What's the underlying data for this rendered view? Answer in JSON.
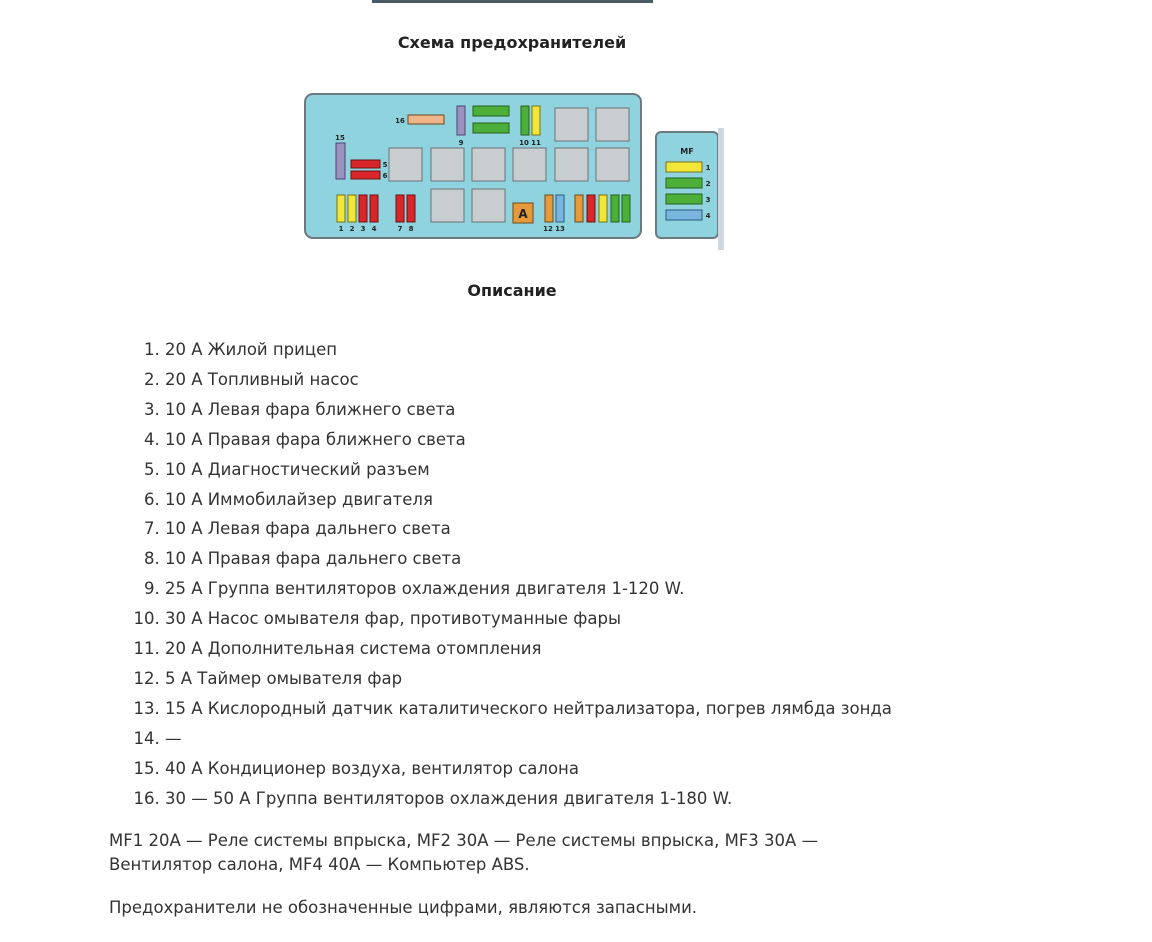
{
  "headings": {
    "scheme": "Схема предохранителей",
    "description": "Описание"
  },
  "diagram": {
    "fuse_labels": [
      "1",
      "2",
      "3",
      "4",
      "5",
      "6",
      "7",
      "8",
      "9",
      "10",
      "11",
      "12",
      "13",
      "15",
      "16"
    ],
    "relay_label": "A",
    "mf_box": {
      "title": "MF",
      "slots": [
        "1",
        "2",
        "3",
        "4"
      ]
    },
    "colors": {
      "board": "#8fd3df",
      "yellow": "#f2e63a",
      "red": "#d9262a",
      "green": "#4caf3a",
      "blue": "#78b6e0",
      "orange": "#e69a3a",
      "violet": "#9a92bf",
      "salmon": "#f0b48a",
      "relay": "#c8cdd0"
    }
  },
  "fuse_list": [
    "20 А Жилой прицеп",
    "20 А Топливный насос",
    "10 А Левая фара ближнего света",
    "10 А Правая фара ближнего света",
    "10 А Диагностический разъем",
    "10 А Иммобилайзер двигателя",
    "10 А Левая фара дальнего света",
    "10 А Правая фара дальнего света",
    "25 А Группа вентиляторов охлаждения двигателя 1-120 W.",
    "30 А Насос омывателя фар, противотуманные фары",
    "20 А Дополнительная система отомпления",
    "5 А Таймер омывателя фар",
    "15 А Кислородный датчик каталитического нейтрализатора, погрев лямбда зонда",
    "—",
    "40 А Кондиционер воздуха, вентилятор салона",
    "30 — 50 А Группа вентиляторов охлаждения двигателя 1-180 W."
  ],
  "paragraphs": {
    "mf": "MF1 20A — Реле системы впрыска, MF2 30A — Реле системы впрыска, MF3 30A — Вентилятор салона, MF4 40A — Компьютер ABS.",
    "spare": "Предохранители не обозначенные цифрами, являются запасными."
  }
}
